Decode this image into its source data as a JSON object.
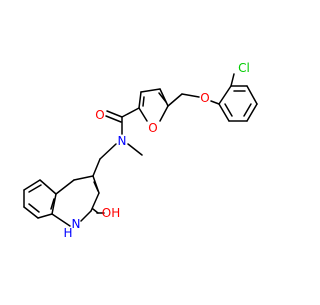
{
  "molecule": {
    "atom_labels": {
      "chlorine": "Cl",
      "ether_oxygen": "O",
      "furan_oxygen": "O",
      "carbonyl_oxygen": "O",
      "amide_nitrogen": "N",
      "hydroxyl": "OH",
      "ring_nitrogen_h": "H",
      "ring_nitrogen": "N"
    },
    "colors": {
      "bond": "#000000",
      "carbon": "#000000",
      "oxygen": "#ff0000",
      "nitrogen": "#0000ff",
      "chlorine": "#00cc00"
    }
  }
}
